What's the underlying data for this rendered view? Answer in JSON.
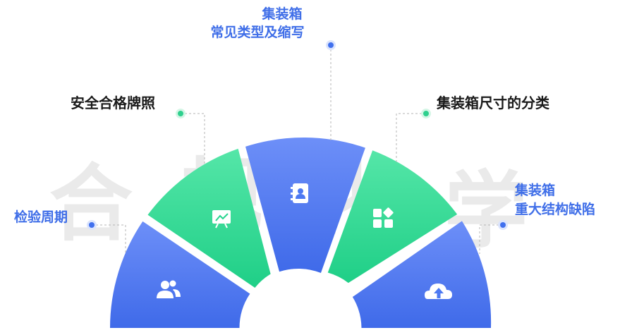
{
  "labels": {
    "top_line1": "集装箱",
    "top_line2": "常见类型及缩写",
    "upper_left": "安全合格牌照",
    "upper_right": "集装箱尺寸的分类",
    "left": "检验周期",
    "right_line1": "集装箱",
    "right_line2": "重大结构缺陷"
  },
  "watermark": [
    "合",
    "规",
    "化",
    "学"
  ],
  "colors": {
    "blue": "#4d79f2",
    "green": "#27d58f",
    "label_blue": "#3f6ee8",
    "label_dark": "#1a1a1a",
    "dot_blue": "#4070ee",
    "dot_green": "#2fd08e"
  },
  "segments": [
    {
      "name": "segment-users",
      "icon": "users-icon",
      "color": "blue"
    },
    {
      "name": "segment-chart",
      "icon": "chart-board-icon",
      "color": "green"
    },
    {
      "name": "segment-contacts",
      "icon": "contact-book-icon",
      "color": "blue"
    },
    {
      "name": "segment-apps",
      "icon": "app-grid-icon",
      "color": "green"
    },
    {
      "name": "segment-cloud",
      "icon": "cloud-upload-icon",
      "color": "blue"
    }
  ]
}
